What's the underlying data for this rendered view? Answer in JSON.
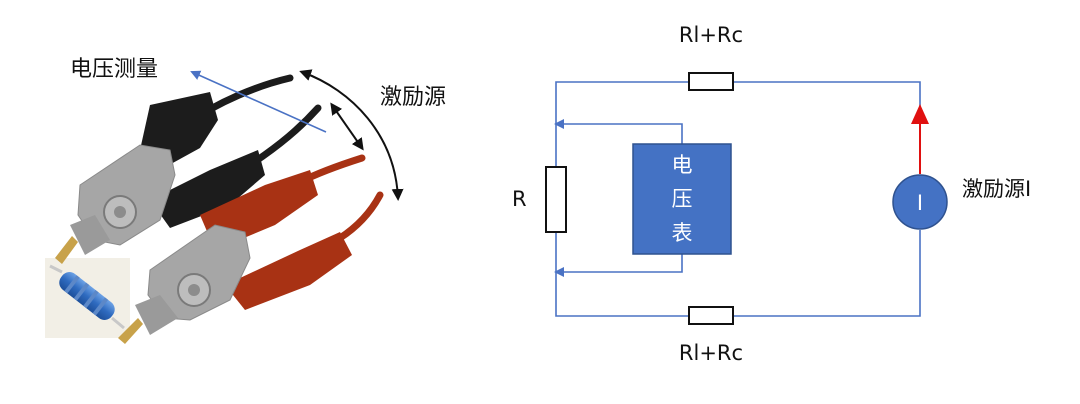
{
  "photo": {
    "voltage_label": "电压测量",
    "excitation_label": "激励源"
  },
  "circuit": {
    "top_resistor_label": "Rl+Rc",
    "bottom_resistor_label": "Rl+Rc",
    "sample_resistor_label": "R",
    "voltmeter_chars": [
      "电",
      "压",
      "表"
    ],
    "source_symbol": "I",
    "source_label": "激励源I"
  },
  "colors": {
    "wire": "#4a72c4",
    "voltmeter_fill": "#4472c4",
    "source_fill": "#4472c4",
    "source_arrow": "#e01010",
    "red_lead": "#a83214",
    "black_lead": "#1c1c1c",
    "clip_gray": "#a6a6a6",
    "resistor_body": "#3d78c9"
  }
}
